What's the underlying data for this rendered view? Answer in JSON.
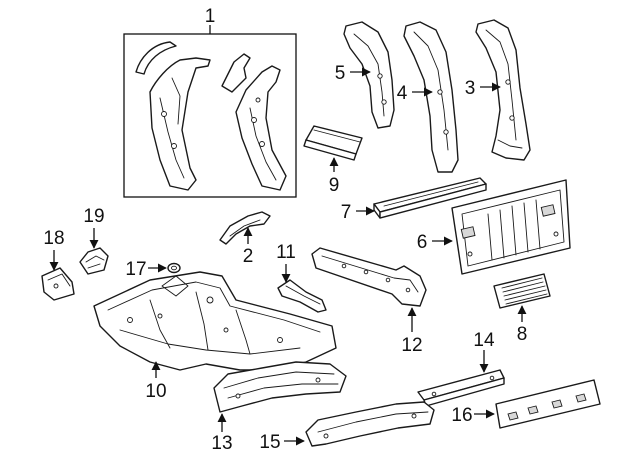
{
  "diagram": {
    "callouts": [
      "1",
      "2",
      "3",
      "4",
      "5",
      "6",
      "7",
      "8",
      "9",
      "10",
      "11",
      "12",
      "13",
      "14",
      "15",
      "16",
      "17",
      "18",
      "19"
    ]
  },
  "colors": {
    "line": "#1a1a1a",
    "background": "#ffffff",
    "shade": "#d8d8d8"
  }
}
